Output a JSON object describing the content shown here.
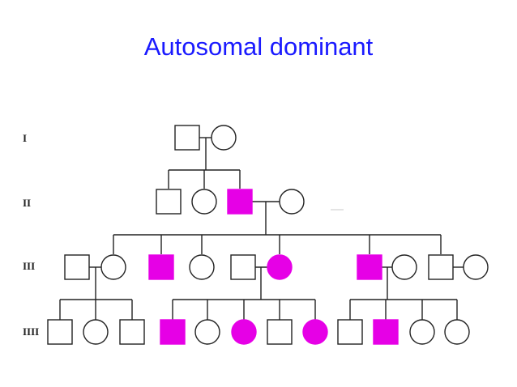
{
  "title": "Autosomal dominant",
  "generations": [
    {
      "label": "I"
    },
    {
      "label": "II"
    },
    {
      "label": "III"
    },
    {
      "label": "IIII"
    }
  ],
  "colors": {
    "affected": "#e600e6",
    "unaffected": "#ffffff",
    "line": "#222222",
    "title": "#1a1aff"
  },
  "individuals": [
    {
      "id": "I-1",
      "sex": "male",
      "affected": false
    },
    {
      "id": "I-2",
      "sex": "female",
      "affected": false
    },
    {
      "id": "II-1",
      "sex": "male",
      "affected": false
    },
    {
      "id": "II-2",
      "sex": "female",
      "affected": false
    },
    {
      "id": "II-3",
      "sex": "male",
      "affected": true
    },
    {
      "id": "II-4",
      "sex": "female",
      "affected": false
    },
    {
      "id": "III-1",
      "sex": "male",
      "affected": false
    },
    {
      "id": "III-2",
      "sex": "female",
      "affected": false
    },
    {
      "id": "III-3",
      "sex": "male",
      "affected": true
    },
    {
      "id": "III-4",
      "sex": "female",
      "affected": false
    },
    {
      "id": "III-5",
      "sex": "male",
      "affected": false
    },
    {
      "id": "III-6",
      "sex": "female",
      "affected": true
    },
    {
      "id": "III-7",
      "sex": "male",
      "affected": true
    },
    {
      "id": "III-8",
      "sex": "female",
      "affected": false
    },
    {
      "id": "III-9",
      "sex": "male",
      "affected": false
    },
    {
      "id": "III-10",
      "sex": "female",
      "affected": false
    },
    {
      "id": "IV-1",
      "sex": "male",
      "affected": false
    },
    {
      "id": "IV-2",
      "sex": "female",
      "affected": false
    },
    {
      "id": "IV-3",
      "sex": "male",
      "affected": false
    },
    {
      "id": "IV-4",
      "sex": "male",
      "affected": true
    },
    {
      "id": "IV-5",
      "sex": "female",
      "affected": false
    },
    {
      "id": "IV-6",
      "sex": "female",
      "affected": true
    },
    {
      "id": "IV-7",
      "sex": "male",
      "affected": false
    },
    {
      "id": "IV-8",
      "sex": "female",
      "affected": true
    },
    {
      "id": "IV-9",
      "sex": "male",
      "affected": false
    },
    {
      "id": "IV-10",
      "sex": "male",
      "affected": true
    },
    {
      "id": "IV-11",
      "sex": "female",
      "affected": false
    },
    {
      "id": "IV-12",
      "sex": "female",
      "affected": false
    }
  ]
}
